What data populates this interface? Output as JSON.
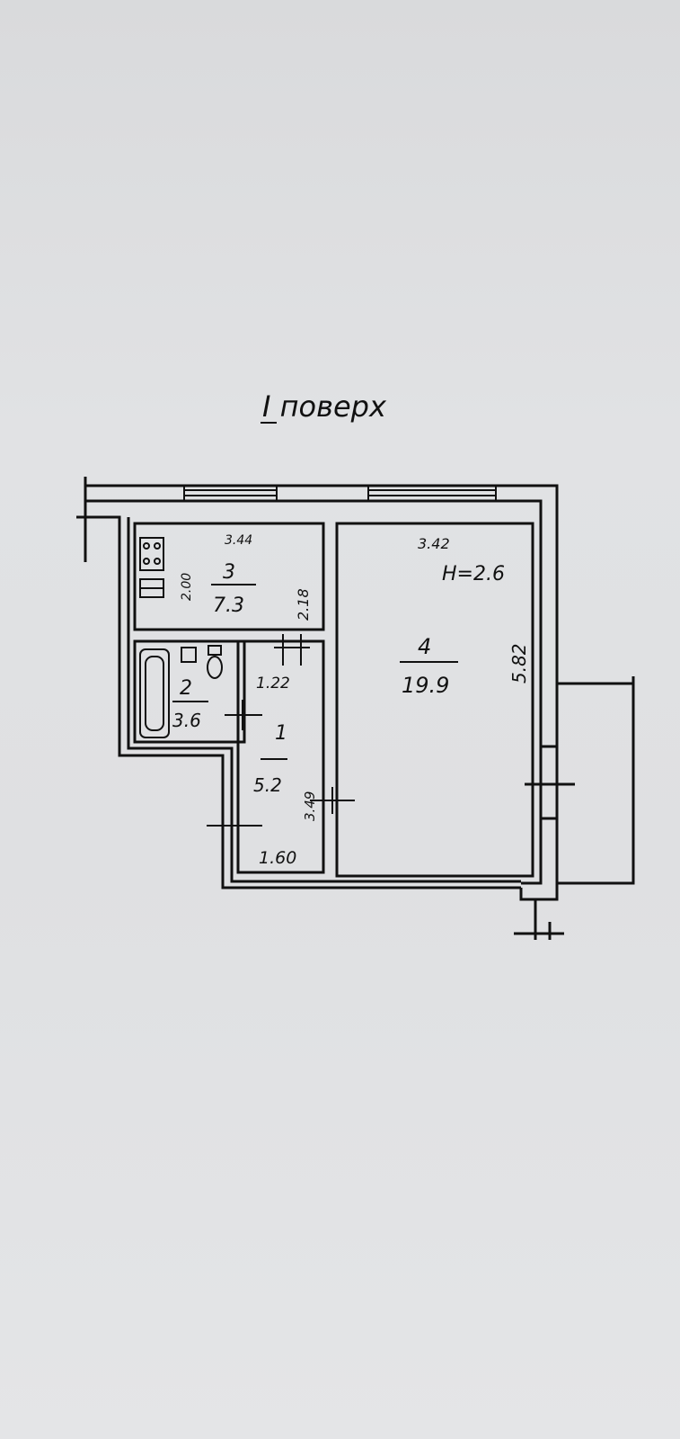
{
  "title": "I поверх",
  "rooms": [
    {
      "id": "1",
      "number": "1",
      "area": "5.2",
      "dims": [
        "1.22",
        "1.60",
        "3.49"
      ]
    },
    {
      "id": "2",
      "number": "2",
      "area": "3.6",
      "dims": []
    },
    {
      "id": "3",
      "number": "3",
      "area": "7.3",
      "dims": [
        "3.44",
        "2.00",
        "2.18"
      ]
    },
    {
      "id": "4",
      "number": "4",
      "area": "19.9",
      "dims": [
        "3.42",
        "5.82"
      ]
    }
  ],
  "height_note": "H=2.6",
  "colors": {
    "ink": "#111111",
    "paper": "#dcdddf"
  }
}
